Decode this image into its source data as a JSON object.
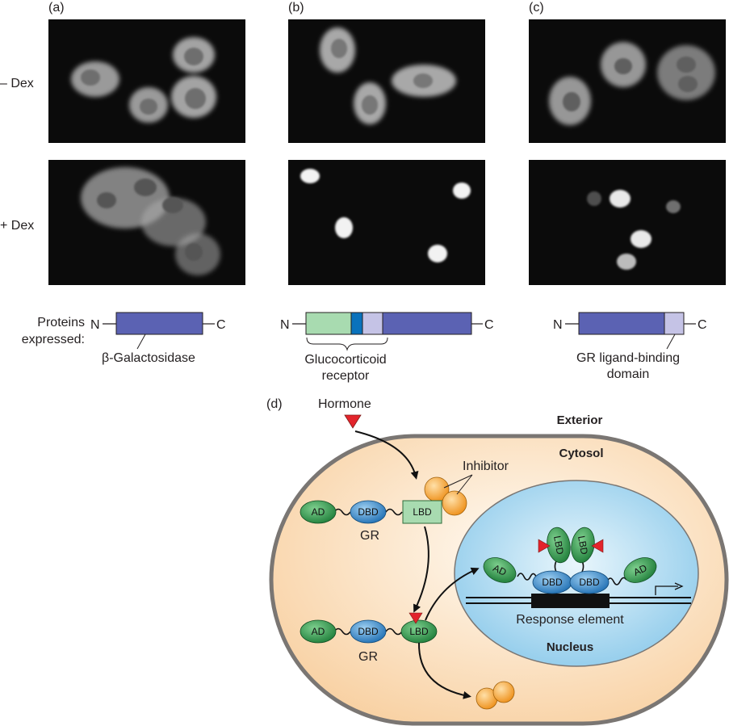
{
  "panels": {
    "a": "(a)",
    "b": "(b)",
    "c": "(c)",
    "d": "(d)"
  },
  "rows": {
    "minus_dex": "– Dex",
    "plus_dex": "+ Dex"
  },
  "constructs": {
    "proteins_line1": "Proteins",
    "proteins_line2": "expressed:",
    "n_terminus": "N",
    "c_terminus": "C",
    "a_name": "β-Galactosidase",
    "b_name_line1": "Glucocorticoid",
    "b_name_line2": "receptor",
    "c_name_line1": "GR ligand-binding",
    "c_name_line2": "domain"
  },
  "diagram": {
    "hormone": "Hormone",
    "exterior": "Exterior",
    "cytosol": "Cytosol",
    "inhibitor": "Inhibitor",
    "nucleus": "Nucleus",
    "response_element": "Response element",
    "gr": "GR",
    "ad": "AD",
    "dbd": "DBD",
    "lbd": "LBD"
  },
  "colors": {
    "beta_gal_bar": "#5b62b3",
    "gr_nterm": "#a8dbb0",
    "gr_dbd": "#0a72bc",
    "gr_lbd": "#c5c3e6",
    "cell_fill": "#fbd8b0",
    "nucleus_fill": "#bfe2f4",
    "ad_green": "#2e9c4c",
    "dbd_blue": "#2f86c8",
    "hormone_red": "#e3242b",
    "inhibitor_orange": "#f6a531"
  }
}
